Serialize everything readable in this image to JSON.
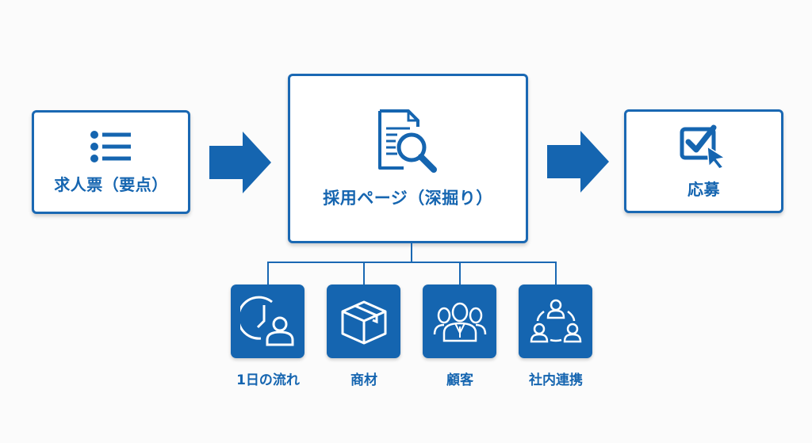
{
  "flow": {
    "steps": [
      {
        "label": "求人票（要点）",
        "icon": "list-icon"
      },
      {
        "label": "採用ページ（深掘り）",
        "icon": "document-search-icon"
      },
      {
        "label": "応募",
        "icon": "checkbox-cursor-icon"
      }
    ],
    "details": [
      {
        "label": "1日の流れ",
        "icon": "clock-person-icon"
      },
      {
        "label": "商材",
        "icon": "package-box-icon"
      },
      {
        "label": "顧客",
        "icon": "customer-group-icon"
      },
      {
        "label": "社内連携",
        "icon": "team-collaboration-icon"
      }
    ]
  },
  "colors": {
    "primary": "#1565b0",
    "background": "#fbfbfb"
  }
}
